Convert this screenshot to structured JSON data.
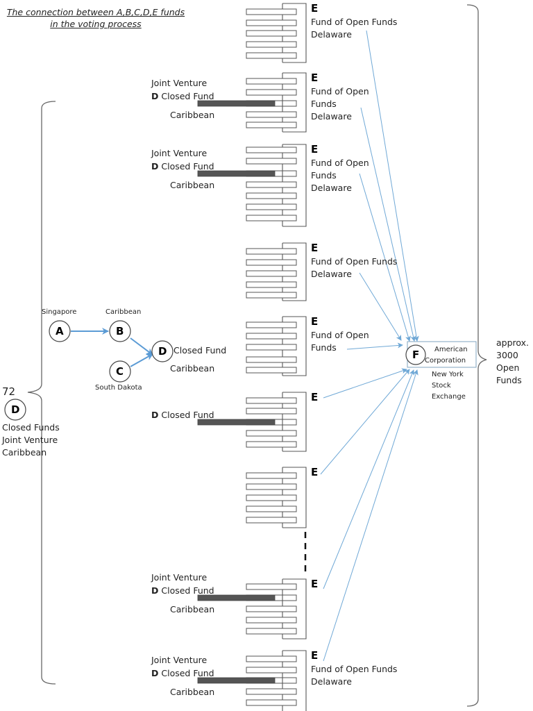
{
  "title": {
    "line1": "The connection between A,B,C,D,E funds",
    "line2": "in the voting process"
  },
  "colors": {
    "arrow": "#6fa8d6",
    "flow_arrow": "#5b9bd5",
    "bar_fill": "#555555",
    "outline": "#555555",
    "f_box": "#7fa3bf"
  },
  "left_group": {
    "count": "72",
    "node": "D",
    "lines": [
      "Closed Funds",
      "Joint Venture",
      "Caribbean"
    ]
  },
  "right_group": {
    "lines": [
      "approx.",
      "3000",
      "Open",
      "Funds"
    ]
  },
  "flow": {
    "a": {
      "letter": "A",
      "place": "Singapore"
    },
    "b": {
      "letter": "B",
      "place": "Caribbean"
    },
    "c": {
      "letter": "C",
      "place": "South Dakota"
    },
    "d": {
      "letter": "D",
      "type": "Closed Fund",
      "place": "Caribbean"
    }
  },
  "target": {
    "letter": "F",
    "name_line1": "American",
    "name_line2": "Corporation",
    "exchange": [
      "New York",
      "Stock",
      "Exchange"
    ]
  },
  "stacks": [
    {
      "e_label": "E",
      "e_lines": [
        "Fund of Open Funds",
        "Delaware"
      ],
      "d_lines": null
    },
    {
      "e_label": "E",
      "e_lines": [
        "Fund of Open",
        "Funds",
        "Delaware"
      ],
      "d_lines": {
        "jv": "Joint Venture",
        "d": "D",
        "type": "Closed Fund",
        "place": "Caribbean"
      }
    },
    {
      "e_label": "E",
      "e_lines": [
        "Fund of Open",
        "Funds",
        "Delaware"
      ],
      "d_lines": {
        "jv": "Joint Venture",
        "d": "D",
        "type": "Closed Fund",
        "place": "Caribbean"
      }
    },
    {
      "e_label": "E",
      "e_lines": [
        "Fund of Open Funds",
        "Delaware"
      ],
      "d_lines": null
    },
    {
      "e_label": "E",
      "e_lines": [
        "Fund of Open",
        "Funds"
      ],
      "d_lines": null
    },
    {
      "e_label": "E",
      "e_lines": [],
      "d_lines": {
        "d": "D",
        "type": "Closed Fund"
      }
    },
    {
      "e_label": "E",
      "e_lines": [],
      "d_lines": null
    },
    {
      "e_label": "E",
      "e_lines": [],
      "d_lines": {
        "jv": "Joint Venture",
        "d": "D",
        "type": "Closed Fund",
        "place": "Caribbean"
      }
    },
    {
      "e_label": "E",
      "e_lines": [
        "Fund of Open Funds",
        "Delaware"
      ],
      "d_lines": {
        "jv": "Joint Venture",
        "d": "D",
        "type": "Closed Fund",
        "place": "Caribbean"
      }
    }
  ]
}
